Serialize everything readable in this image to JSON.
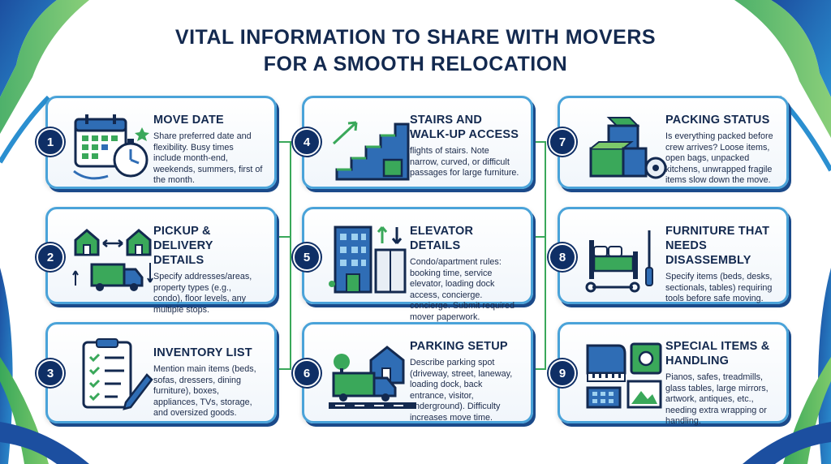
{
  "title": {
    "line1": "VITAL INFORMATION TO SHARE WITH MOVERS",
    "line2": "FOR A SMOOTH RELOCATION"
  },
  "colors": {
    "navy": "#13294f",
    "badge": "#0f2f66",
    "green": "#3aa85a",
    "blue": "#2f6db5",
    "light_blue": "#4aa3d9"
  },
  "cards": [
    {
      "number": "1",
      "heading": "MOVE DATE",
      "body": "Share preferred date and flexibility. Busy times include month-end, weekends, summers, first of the month.",
      "icon": "calendar-stopwatch-icon"
    },
    {
      "number": "2",
      "heading": "PICKUP & DELIVERY DETAILS",
      "body": "Specify addresses/areas, property types (e.g., condo), floor levels, any multiple stops.",
      "icon": "houses-truck-icon"
    },
    {
      "number": "3",
      "heading": "INVENTORY LIST",
      "body": "Mention main items (beds, sofas, dressers, dining furniture), boxes, appliances, TVs, storage, and oversized goods.",
      "icon": "clipboard-checklist-icon"
    },
    {
      "number": "4",
      "heading": "STAIRS AND WALK-UP ACCESS",
      "body": "flights of stairs. Note narrow, curved, or difficult passages for large furniture.",
      "icon": "stairs-box-icon"
    },
    {
      "number": "5",
      "heading": "ELEVATOR DETAILS",
      "body": "Condo/apartment rules: booking time, service elevator, loading dock access, concierge. concierge. Submit required mover paperwork.",
      "icon": "building-elevator-icon"
    },
    {
      "number": "6",
      "heading": "PARKING SETUP",
      "body": "Describe parking spot (driveway, street, laneway, loading dock, back entrance, visitor, underground). Difficulty increases move time.",
      "icon": "truck-house-icon"
    },
    {
      "number": "7",
      "heading": "PACKING STATUS",
      "body": "Is everything packed before crew arrives? Loose items, open bags, unpacked kitchens, unwrapped fragile items slow down the move.",
      "icon": "boxes-tape-icon"
    },
    {
      "number": "8",
      "heading": "FURNITURE THAT NEEDS DISASSEMBLY",
      "body": "Specify items (beds, desks, sectionals, tables) requiring tools before safe moving.",
      "icon": "bed-tools-icon"
    },
    {
      "number": "9",
      "heading": "SPECIAL ITEMS & HANDLING",
      "body": "Pianos, safes, treadmills, glass tables, large mirrors, artwork, antiques, etc., needing extra wrapping or handling.",
      "icon": "piano-safe-art-icon"
    }
  ]
}
